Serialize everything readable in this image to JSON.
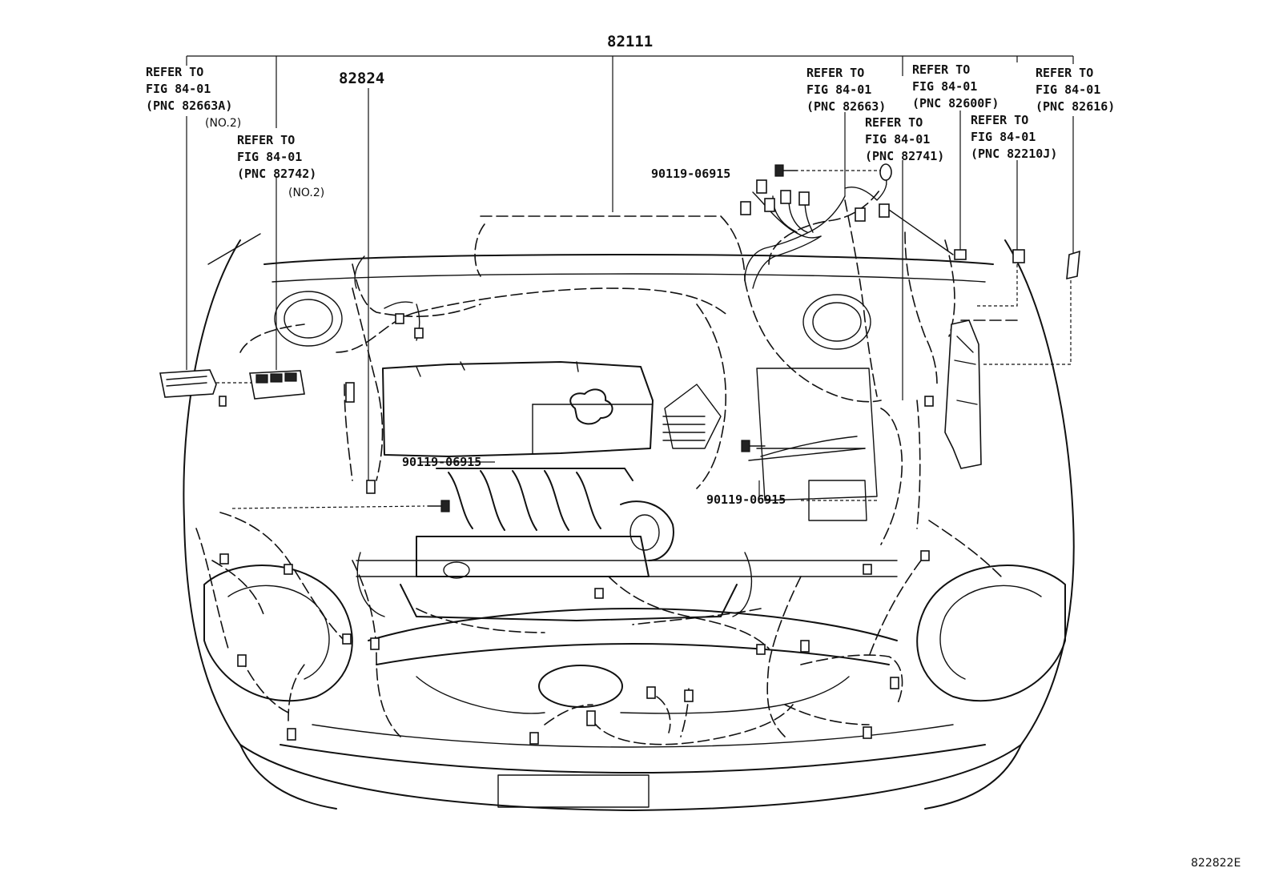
{
  "diagram": {
    "main_part_number": "82111",
    "part_82824": "82824",
    "figure_code": "822822E",
    "refs": [
      {
        "line1": "REFER TO",
        "line2": "FIG 84-01",
        "line3": "(PNC 82663A)",
        "note": "(NO.2)"
      },
      {
        "line1": "REFER TO",
        "line2": "FIG 84-01",
        "line3": "(PNC 82742)",
        "note": "(NO.2)"
      },
      {
        "line1": "REFER TO",
        "line2": "FIG 84-01",
        "line3": "(PNC 82663)"
      },
      {
        "line1": "REFER TO",
        "line2": "FIG 84-01",
        "line3": "(PNC 82741)"
      },
      {
        "line1": "REFER TO",
        "line2": "FIG 84-01",
        "line3": "(PNC 82600F)"
      },
      {
        "line1": "REFER TO",
        "line2": "FIG 84-01",
        "line3": "(PNC 82210J)"
      },
      {
        "line1": "REFER TO",
        "line2": "FIG 84-01",
        "line3": "(PNC 82616)"
      }
    ],
    "bolts": [
      {
        "label": "90119-06915"
      },
      {
        "label": "90119-06915"
      },
      {
        "label": "90119-06915"
      }
    ]
  }
}
